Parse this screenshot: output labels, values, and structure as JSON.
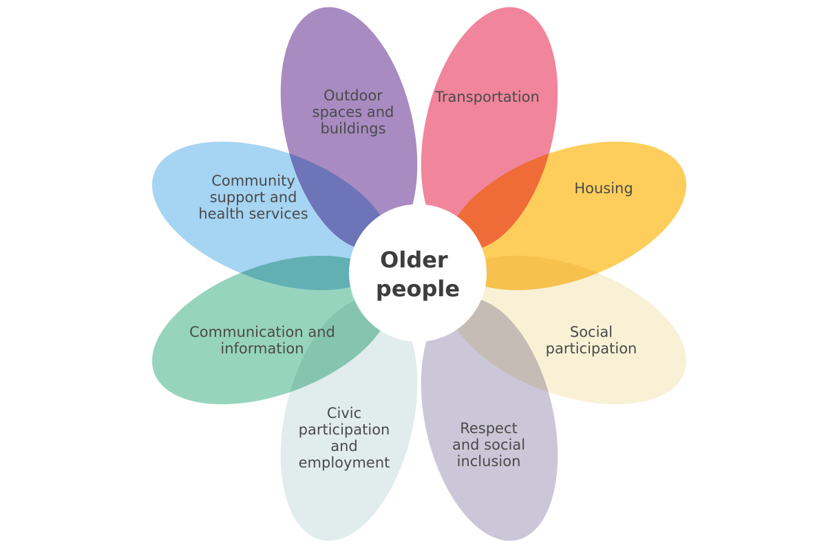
{
  "diagram": {
    "center": {
      "lines": [
        "Older",
        "people"
      ],
      "color": "#ffffff"
    },
    "petals": [
      {
        "id": "outdoor-spaces",
        "lines": [
          "Outdoor",
          "spaces and",
          "buildings"
        ],
        "color": "#a88bc1",
        "opacity": 1
      },
      {
        "id": "transportation",
        "lines": [
          "Transportation"
        ],
        "color": "#f07e97",
        "opacity": 0.95
      },
      {
        "id": "housing",
        "lines": [
          "Housing"
        ],
        "color": "#fdc53e",
        "opacity": 0.85
      },
      {
        "id": "social-participation",
        "lines": [
          "Social",
          "participation"
        ],
        "color": "#f6ecc8",
        "opacity": 0.75
      },
      {
        "id": "respect-inclusion",
        "lines": [
          "Respect",
          "and social",
          "inclusion"
        ],
        "color": "#c5c1d4",
        "opacity": 0.9
      },
      {
        "id": "civic-participation",
        "lines": [
          "Civic",
          "participation",
          "and",
          "employment"
        ],
        "color": "#dce9e9",
        "opacity": 0.85
      },
      {
        "id": "communication",
        "lines": [
          "Communication and",
          "information"
        ],
        "color": "#8ccfb6",
        "opacity": 0.9
      },
      {
        "id": "community-support",
        "lines": [
          "Community",
          "support and",
          "health services"
        ],
        "color": "#97cdf1",
        "opacity": 0.85
      }
    ]
  }
}
